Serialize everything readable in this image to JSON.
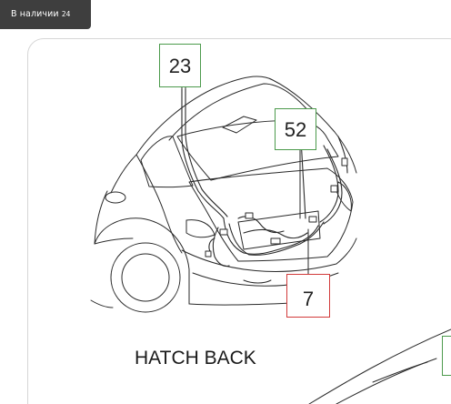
{
  "badge": {
    "text": "В наличии",
    "count": "24"
  },
  "diagram": {
    "callouts": [
      {
        "label": "23",
        "color": "#4c9a4c"
      },
      {
        "label": "52",
        "color": "#4c9a4c"
      },
      {
        "label": "7",
        "color": "#d23a3a"
      }
    ],
    "caption": "HATCH BACK"
  }
}
